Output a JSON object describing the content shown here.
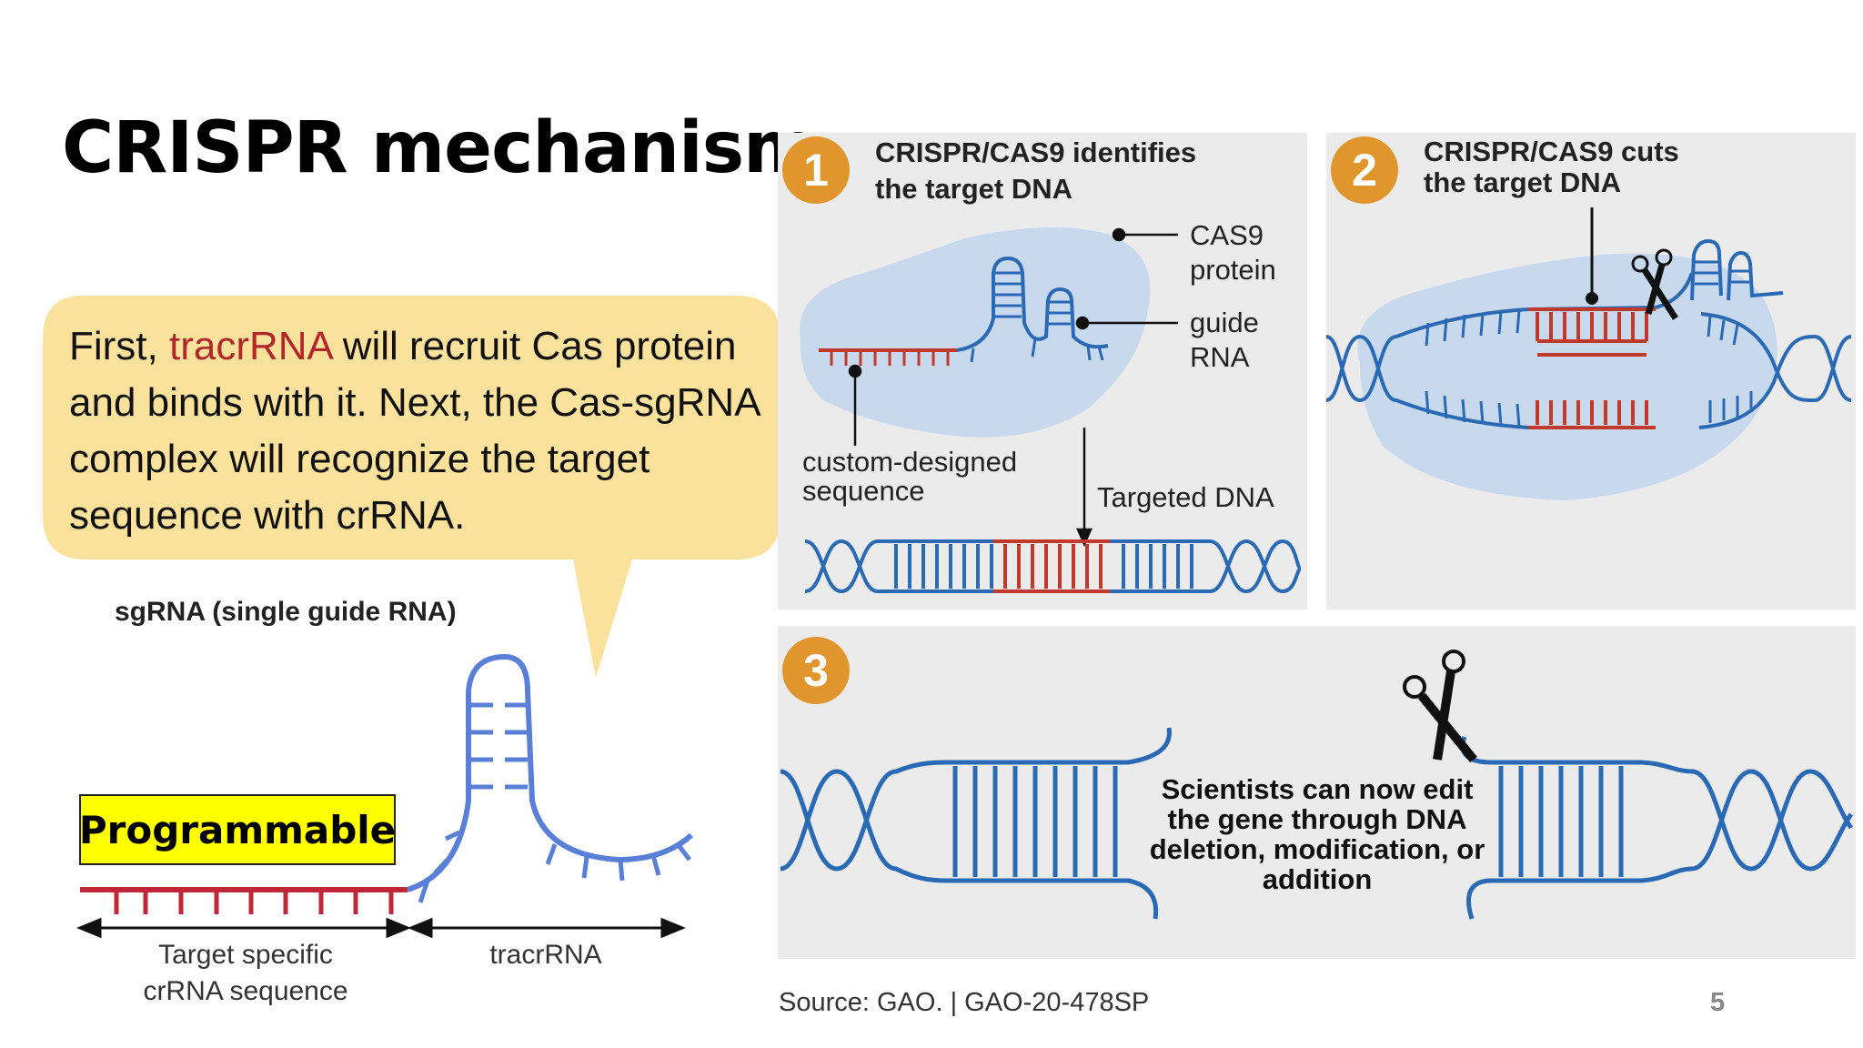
{
  "slide": {
    "title": "CRISPR mechanism",
    "page_number": "5",
    "source": "Source: GAO.  |  GAO-20-478SP"
  },
  "bubble": {
    "text_before": "First, ",
    "highlight": "tracrRNA",
    "text_after": " will recruit Cas protein and binds with it. Next, the Cas-sgRNA complex will recognize the target sequence with crRNA.",
    "highlight_color": "#b3262a",
    "fill": "#fbe29c"
  },
  "sgrna": {
    "title": "sgRNA (single guide RNA)",
    "programmable": "Programmable",
    "left_label_line1": "Target specific",
    "left_label_line2": "crRNA sequence",
    "right_label": "tracrRNA"
  },
  "panel1": {
    "number": "1",
    "title_line1": "CRISPR/CAS9 identifies",
    "title_line2": "the target DNA",
    "cas9_line1": "CAS9",
    "cas9_line2": "protein",
    "guide_line1": "guide",
    "guide_line2": "RNA",
    "custom_line1": "custom-designed",
    "custom_line2": "sequence",
    "targeted": "Targeted DNA"
  },
  "panel2": {
    "number": "2",
    "title_line1": "CRISPR/CAS9 cuts",
    "title_line2": "the target DNA"
  },
  "panel3": {
    "number": "3",
    "text": "Scientists can now edit the gene through DNA deletion, modification, or addition"
  },
  "colors": {
    "dna_blue": "#2a6ab5",
    "target_red": "#c0392b",
    "badge_orange": "#e0962c",
    "protein_blue": "#c8d9ee",
    "rna_blue": "#5a7fd6"
  }
}
